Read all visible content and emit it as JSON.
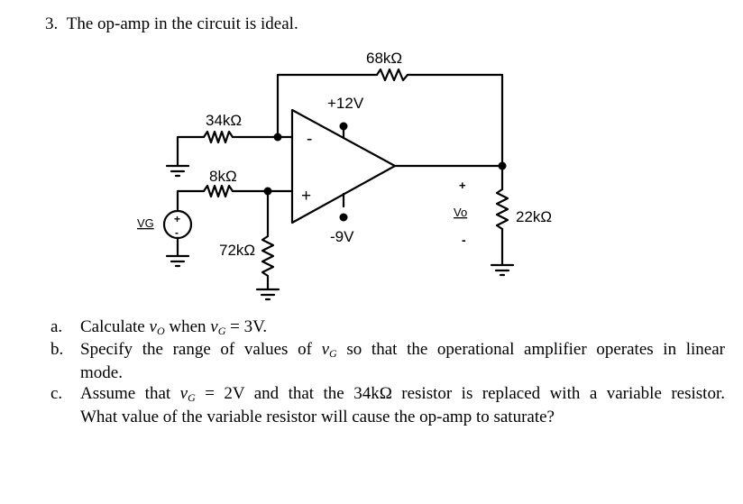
{
  "problem": {
    "number": "3.",
    "statement": "The op-amp in the circuit is ideal."
  },
  "circuit": {
    "labels": {
      "r_feedback": "68kΩ",
      "r_inverting": "34kΩ",
      "r_noninv_series": "8kΩ",
      "r_noninv_shunt": "72kΩ",
      "r_load": "22kΩ",
      "supply_pos": "+12V",
      "supply_neg": "-9V",
      "opamp_inv": "-",
      "opamp_noninv": "+",
      "source_name": "VG",
      "source_plus": "+",
      "source_minus": "-",
      "output_name": "Vo",
      "output_plus": "+",
      "output_minus": "-"
    }
  },
  "questions": [
    {
      "letter": "a.",
      "pre": "Calculate ",
      "v1": "v",
      "v1sub": "O",
      "mid": " when ",
      "v2": "v",
      "v2sub": "G",
      "post": " = 3V."
    },
    {
      "letter": "b.",
      "line1a": "Specify the range of values of ",
      "v1": "v",
      "v1sub": "G",
      "line1b": " so that the operational amplifier operates in linear",
      "line2": "mode."
    },
    {
      "letter": "c.",
      "line1a": "Assume that ",
      "v1": "v",
      "v1sub": "G",
      "line1b": " = 2V and that the 34kΩ resistor is replaced with a variable resistor.",
      "line2": "What value of the variable resistor will cause the op-amp to saturate?"
    }
  ]
}
